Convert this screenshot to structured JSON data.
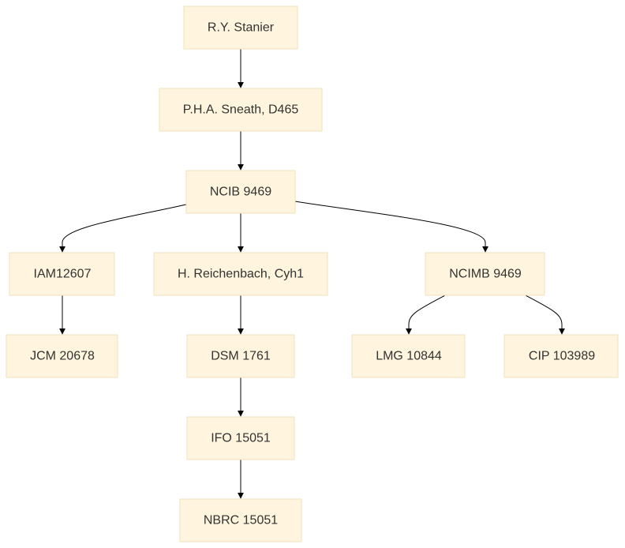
{
  "colors": {
    "node_fill": "#fff4dd",
    "node_border": "#f2e2bd",
    "edge": "#000000",
    "text": "#333333"
  },
  "nodes": {
    "stanier": "R.Y. Stanier",
    "sneath": "P.H.A. Sneath, D465",
    "ncib": "NCIB 9469",
    "iam": "IAM12607",
    "reichenbach": "H. Reichenbach, Cyh1",
    "ncimb": "NCIMB 9469",
    "jcm": "JCM 20678",
    "dsm": "DSM 1761",
    "lmg": "LMG 10844",
    "cip": "CIP 103989",
    "ifo": "IFO 15051",
    "nbrc": "NBRC 15051"
  },
  "edges": [
    [
      "stanier",
      "sneath"
    ],
    [
      "sneath",
      "ncib"
    ],
    [
      "ncib",
      "iam"
    ],
    [
      "ncib",
      "reichenbach"
    ],
    [
      "ncib",
      "ncimb"
    ],
    [
      "iam",
      "jcm"
    ],
    [
      "reichenbach",
      "dsm"
    ],
    [
      "dsm",
      "ifo"
    ],
    [
      "ifo",
      "nbrc"
    ],
    [
      "ncimb",
      "lmg"
    ],
    [
      "ncimb",
      "cip"
    ]
  ]
}
